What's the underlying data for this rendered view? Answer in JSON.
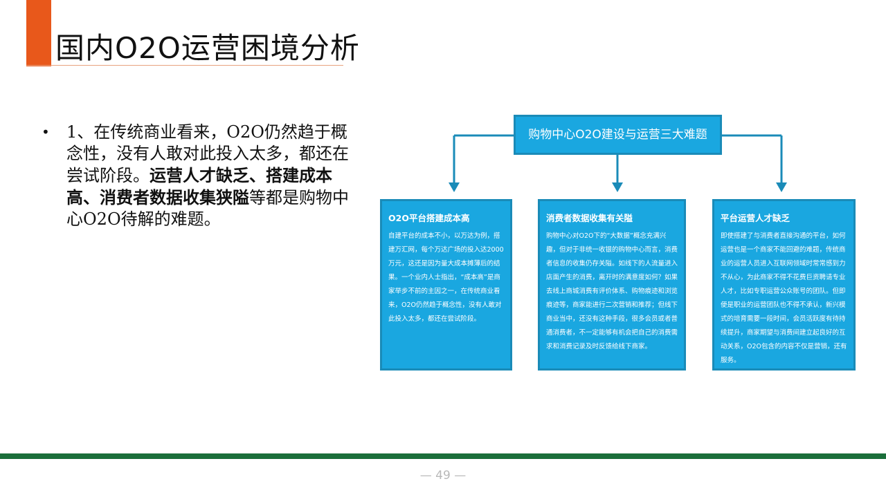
{
  "slide": {
    "title": "国内O2O运营困境分析",
    "page_number": "— 49 —",
    "colors": {
      "accent": "#e8581b",
      "box_fill": "#1aa7e0",
      "box_border": "#1a8bb8",
      "bottom_band": "#1b6e3a"
    }
  },
  "bullet": {
    "marker": "•",
    "text_before": "1、在传统商业看来，O2O仍然趋于概念性，没有人敢对此投入太多，都还在尝试阶段。",
    "text_bold": "运营人才缺乏、搭建成本高、消费者数据收集狭隘",
    "text_after": "等都是购物中心O2O待解的难题。"
  },
  "diagram": {
    "center_title": "购物中心O2O建设与运营三大难题",
    "cards": [
      {
        "title": "O2O平台搭建成本高",
        "body": "自建平台的成本不小，以万达为例，搭建万汇网，每个万达广场的投入达2000万元，这还是因为量大成本摊薄后的结果。一个业内人士指出，“成本高”是商家举步不前的主因之一，在传统商业看来，O2O仍然趋于概念性，没有人敢对此投入太多，都还在尝试阶段。"
      },
      {
        "title": "消费者数据收集有关隘",
        "body": "购物中心对O2O下的“大数据”概念充满兴趣，但对于非统一收银的购物中心而言，消费者信息的收集仍存关隘。如线下的人流量进入店面产生的消费，离开时的满意度如何？如果去线上商城消费有评价体系、购物痕迹和浏览痕迹等，商家能进行二次营销和推荐；但线下商业当中，还没有这种手段，很多会员或者普通消费者，不一定能够有机会把自己的消费需求和消费记录及时反馈给线下商家。"
      },
      {
        "title": "平台运营人才缺乏",
        "body": "即使搭建了与消费者直接沟通的平台，如何运营也是一个商家不能回避的难题，传统商业的运营人员进入互联网领域时常常感到力不从心，为此商家不得不花费巨资聘请专业人才，比如专职运营公众账号的团队。但即便是职业的运营团队也不得不承认，新兴模式的培育需要一段时间，会员活跃度有待持续提升，商家期望与消费间建立起良好的互动关系，O2O包含的内容不仅是营销，还有服务。"
      }
    ]
  }
}
